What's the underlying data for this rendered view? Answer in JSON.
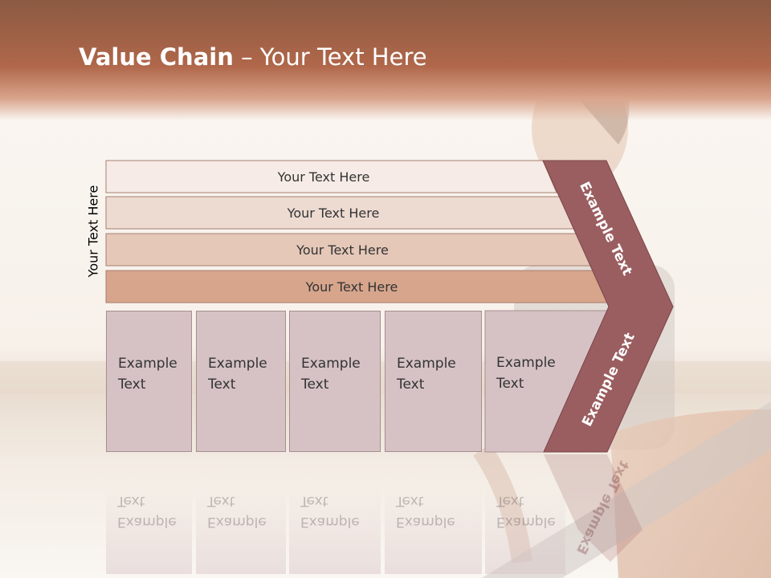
{
  "title": {
    "bold": "Value Chain",
    "rest": " – Your Text Here"
  },
  "vertical_label": "Your Text Here",
  "bars": [
    {
      "label": "Your Text Here",
      "color": "#f6ebe6"
    },
    {
      "label": "Your Text Here",
      "color": "#eddbd2"
    },
    {
      "label": "Your Text Here",
      "color": "#e5c8b8"
    },
    {
      "label": "Your Text Here",
      "color": "#d6a58c"
    }
  ],
  "columns": [
    {
      "line1": "Example",
      "line2": "Text"
    },
    {
      "line1": "Example",
      "line2": "Text"
    },
    {
      "line1": "Example",
      "line2": "Text"
    },
    {
      "line1": "Example",
      "line2": "Text"
    },
    {
      "line1": "Example",
      "line2": "Text"
    }
  ],
  "chevron": {
    "upper_label": "Example Text",
    "lower_label": "Example Text",
    "color": "#9b5e60"
  }
}
